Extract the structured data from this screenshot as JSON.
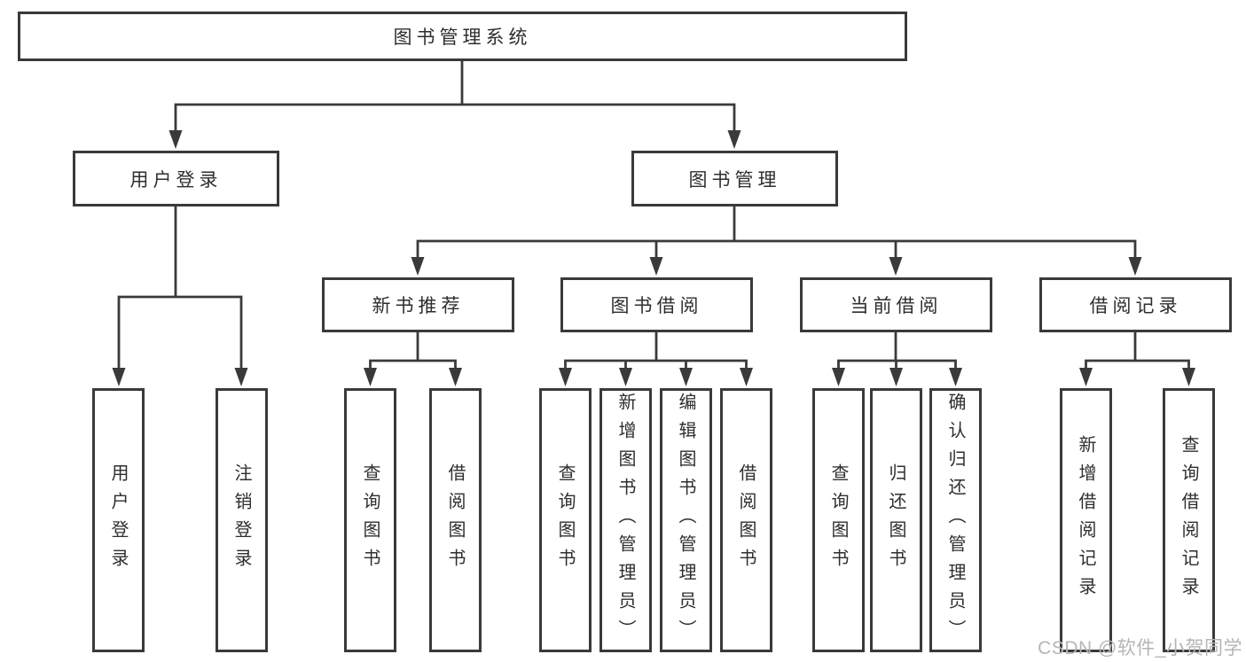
{
  "colors": {
    "line": "#3a3a3a",
    "ink": "#2e2e2e",
    "bg": "#ffffff",
    "watermark": "#b5b5b5"
  },
  "watermark": {
    "text": "CSDN @软件_小贺同学"
  },
  "tree": {
    "label": "图书管理系统",
    "children": [
      {
        "label": "用户登录",
        "children": [
          {
            "label": "用户登录"
          },
          {
            "label": "注销登录"
          }
        ]
      },
      {
        "label": "图书管理",
        "children": [
          {
            "label": "新书推荐",
            "children": [
              {
                "label": "查询图书"
              },
              {
                "label": "借阅图书"
              }
            ]
          },
          {
            "label": "图书借阅",
            "children": [
              {
                "label": "查询图书"
              },
              {
                "label": "新增图书（管理员）"
              },
              {
                "label": "编辑图书（管理员）"
              },
              {
                "label": "借阅图书"
              }
            ]
          },
          {
            "label": "当前借阅",
            "children": [
              {
                "label": "查询图书"
              },
              {
                "label": "归还图书"
              },
              {
                "label": "确认归还（管理员）"
              }
            ]
          },
          {
            "label": "借阅记录",
            "children": [
              {
                "label": "新增借阅记录"
              },
              {
                "label": "查询借阅记录"
              }
            ]
          }
        ]
      }
    ]
  }
}
